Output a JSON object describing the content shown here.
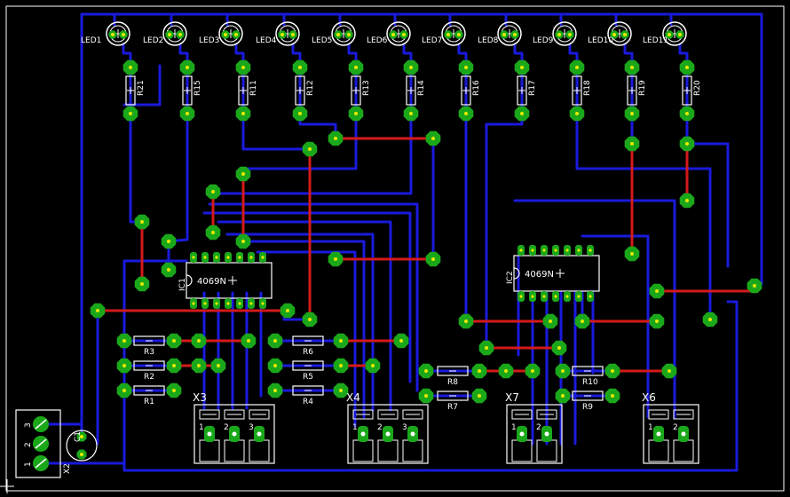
{
  "colors": {
    "background": "#000000",
    "board_outline": "#ffffff",
    "bottom_trace": "#1a1adc",
    "top_trace": "#d41a1a",
    "pad": "#1aa81a",
    "drill": "#e8e800",
    "silkscreen": "#ffffff"
  },
  "leds": [
    "LED1",
    "LED2",
    "LED3",
    "LED4",
    "LED5",
    "LED6",
    "LED7",
    "LED8",
    "LED9",
    "LED10",
    "LED11"
  ],
  "top_resistors": [
    "R21",
    "R15",
    "R11",
    "R12",
    "R13",
    "R14",
    "R16",
    "R17",
    "R18",
    "R19",
    "R20"
  ],
  "left_resistors": [
    "R3",
    "R2",
    "R1"
  ],
  "mid_resistors": [
    "R6",
    "R5",
    "R4"
  ],
  "right_resistors_a": [
    "R8",
    "R7"
  ],
  "right_resistors_b": [
    "R10",
    "R9"
  ],
  "ics": [
    {
      "ref": "IC1",
      "value": "4069N"
    },
    {
      "ref": "IC2",
      "value": "4069N"
    }
  ],
  "connectors": [
    "X3",
    "X4",
    "X7",
    "X6"
  ],
  "power_connector": {
    "ref": "X2",
    "pins": [
      "3",
      "2",
      "1"
    ]
  },
  "capacitor": "C1",
  "terminal_pins3": [
    "1",
    "2",
    "3"
  ],
  "terminal_pins2": [
    "1",
    "2"
  ]
}
